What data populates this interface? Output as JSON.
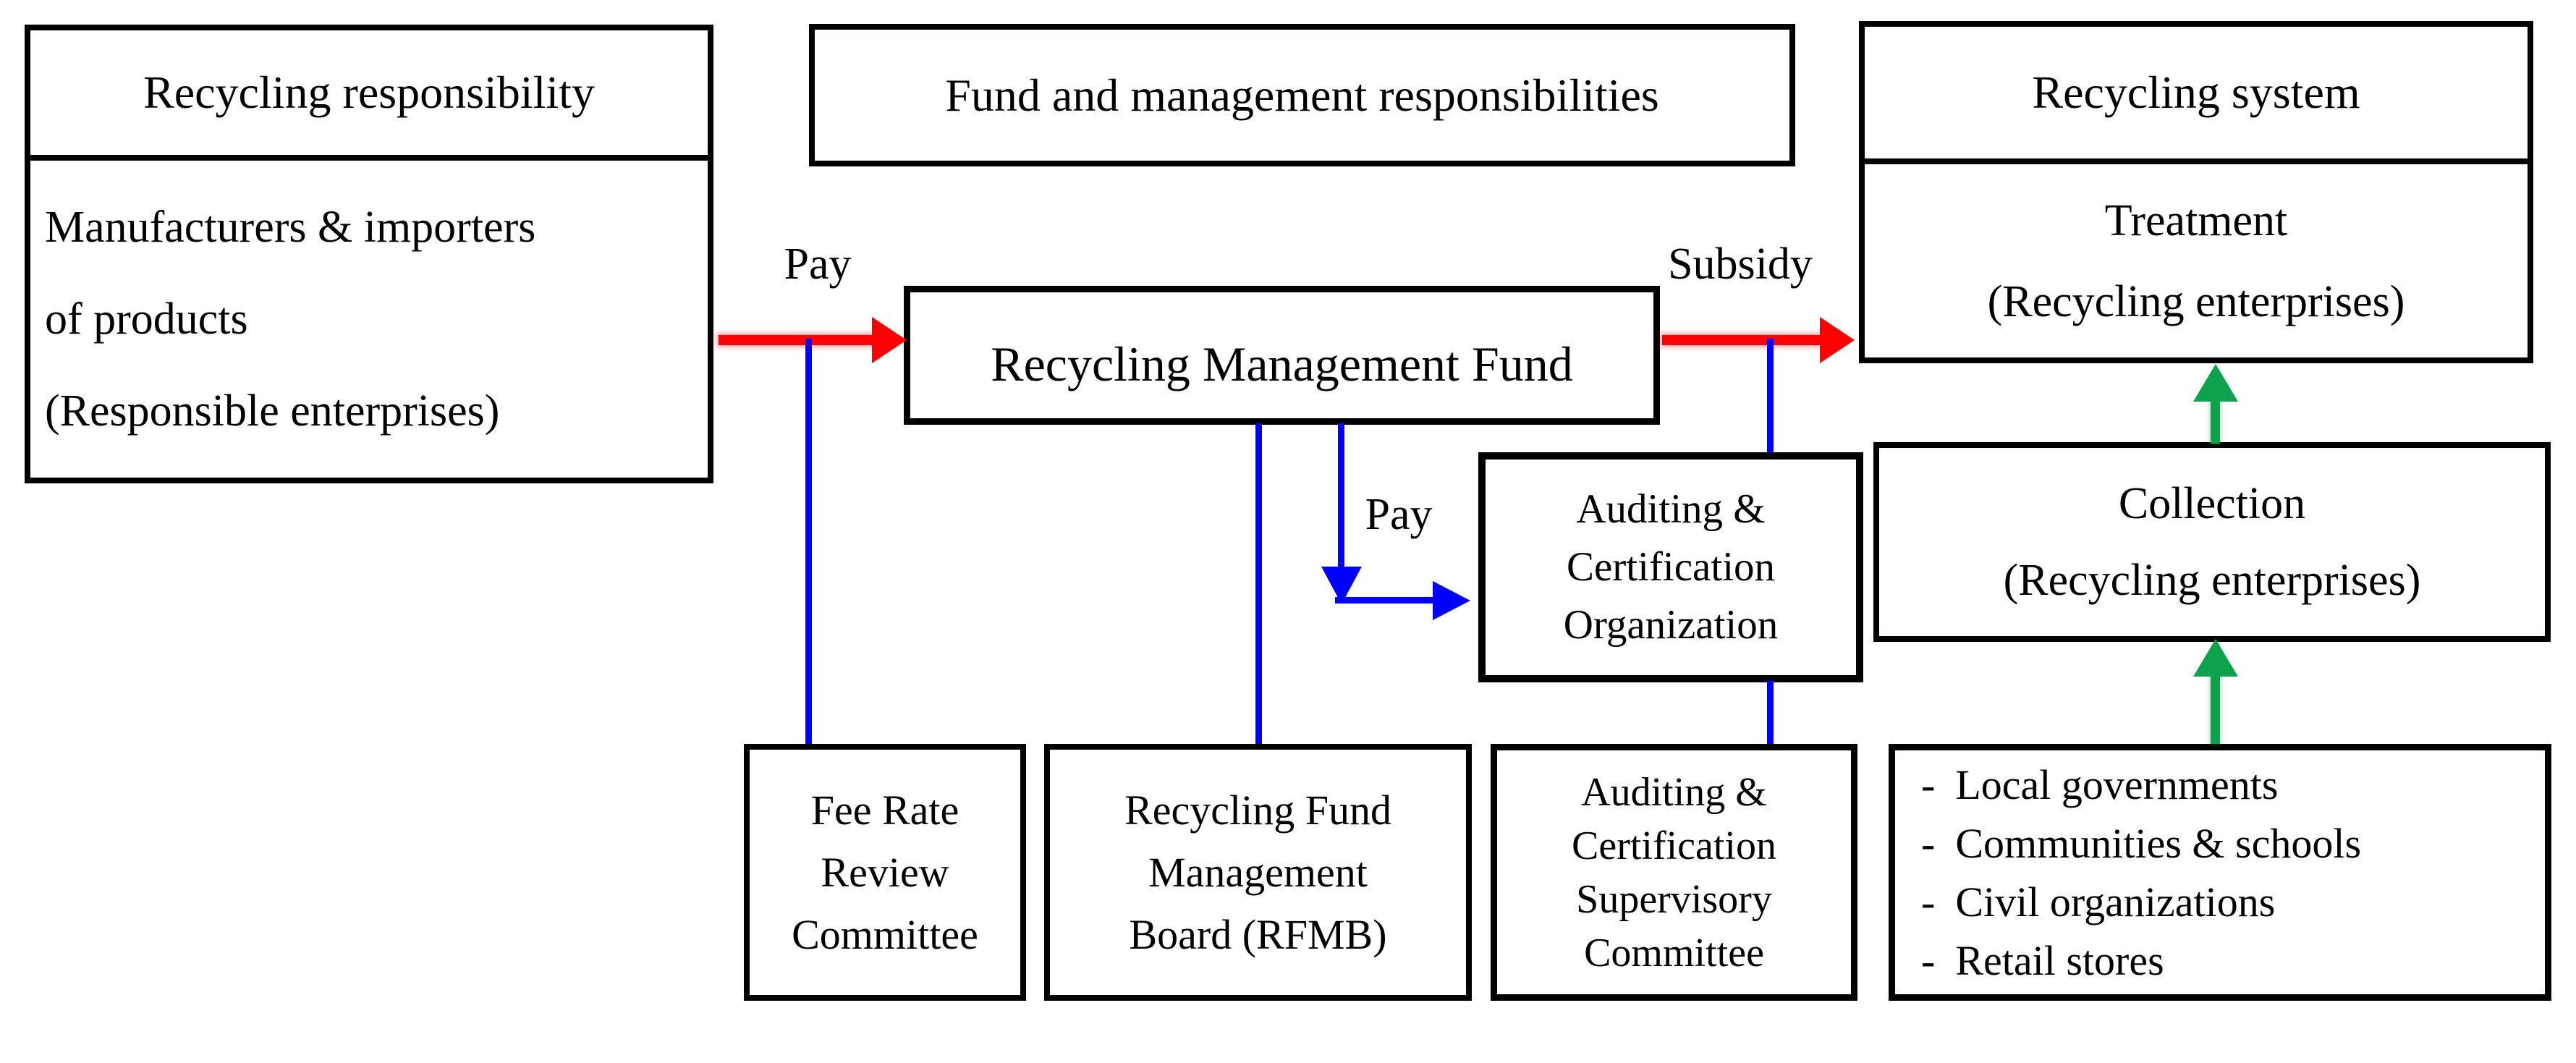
{
  "colors": {
    "red": "#FF0000",
    "blue": "#0000FF",
    "green": "#0DA24C",
    "border": "#000000",
    "background": "#FFFFFF"
  },
  "boxes": {
    "recycling_responsibility": {
      "header": "Recycling responsibility",
      "lines": [
        "Manufacturers & importers",
        "of products",
        "(Responsible enterprises)"
      ]
    },
    "fund_management": {
      "label": "Fund and management responsibilities"
    },
    "recycling_system": {
      "header": "Recycling system",
      "body": [
        "Treatment",
        "(Recycling enterprises)"
      ]
    },
    "fund": {
      "label": "Recycling Management Fund"
    },
    "auditing_org": {
      "lines": [
        "Auditing &",
        "Certification",
        "Organization"
      ]
    },
    "collection": {
      "lines": [
        "Collection",
        "(Recycling enterprises)"
      ]
    },
    "fee_rate": {
      "lines": [
        "Fee Rate",
        "Review",
        "Committee"
      ]
    },
    "rfmb": {
      "lines": [
        "Recycling Fund",
        "Management",
        "Board (RFMB)"
      ]
    },
    "supervisory": {
      "lines": [
        "Auditing &",
        "Certification",
        "Supervisory",
        "Committee"
      ]
    },
    "sources": {
      "bullet": "-",
      "items": [
        "Local governments",
        "Communities & schools",
        "Civil organizations",
        "Retail stores"
      ]
    }
  },
  "labels": {
    "pay_left": "Pay",
    "pay_fund_to_org": "Pay",
    "subsidy": "Subsidy"
  }
}
